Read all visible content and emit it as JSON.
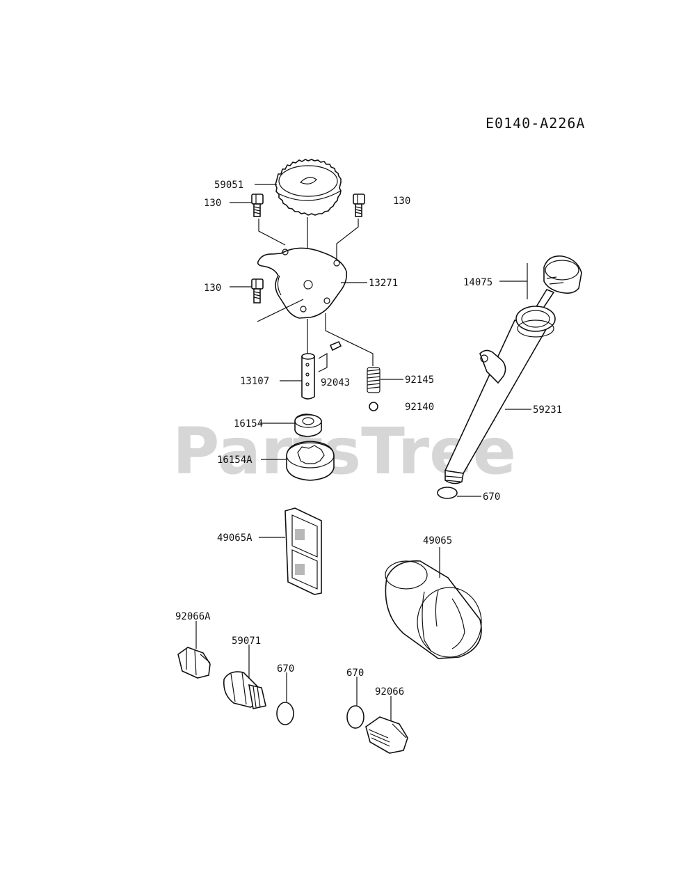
{
  "diagram": {
    "code": "E0140-A226A",
    "watermark": "PartsTree",
    "watermark_tm": "™",
    "labels": {
      "p59051": "59051",
      "p130a": "130",
      "p130b": "130",
      "p130c": "130",
      "p13271": "13271",
      "p14075": "14075",
      "p13107": "13107",
      "p92043": "92043",
      "p92145": "92145",
      "p92140": "92140",
      "p59231": "59231",
      "p16154": "16154",
      "p16154A": "16154A",
      "p670a": "670",
      "p49065A": "49065A",
      "p49065": "49065",
      "p92066A": "92066A",
      "p59071": "59071",
      "p670b": "670",
      "p670c": "670",
      "p92066": "92066"
    }
  }
}
